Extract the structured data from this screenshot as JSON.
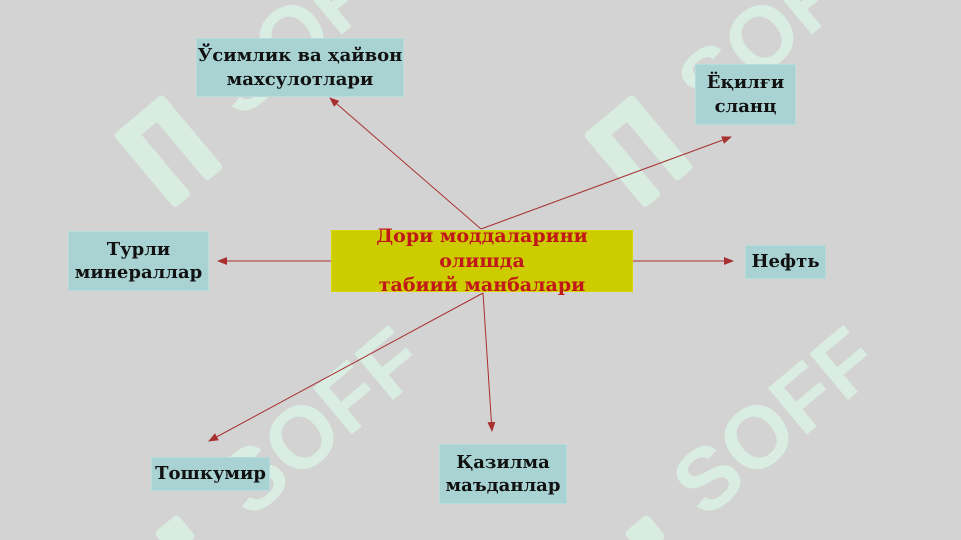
{
  "diagram": {
    "center": {
      "line1": "Дори моддаларини олишда",
      "line2": "табиий манбалари"
    },
    "nodes": {
      "plant_animal": {
        "line1": "Ўсимлик ва ҳайвон",
        "line2": "махсулотлари"
      },
      "oil_shale": {
        "line1": "Ёқилғи",
        "line2": "сланц"
      },
      "minerals": {
        "line1": "Турли",
        "line2": "минераллар"
      },
      "oil": {
        "line1": "Нефть"
      },
      "coal": {
        "line1": "Тошкумир"
      },
      "fossil_ores": {
        "line1": "Қазилма",
        "line2": "маъданлар"
      }
    }
  },
  "watermark": {
    "text": "SOFF"
  },
  "colors": {
    "background": "#d3d3d3",
    "node_fill": "#a9d3d3",
    "center_fill": "#cccc00",
    "center_text": "#c01818",
    "arrow": "#a83030",
    "watermark": "#dff3e8"
  }
}
